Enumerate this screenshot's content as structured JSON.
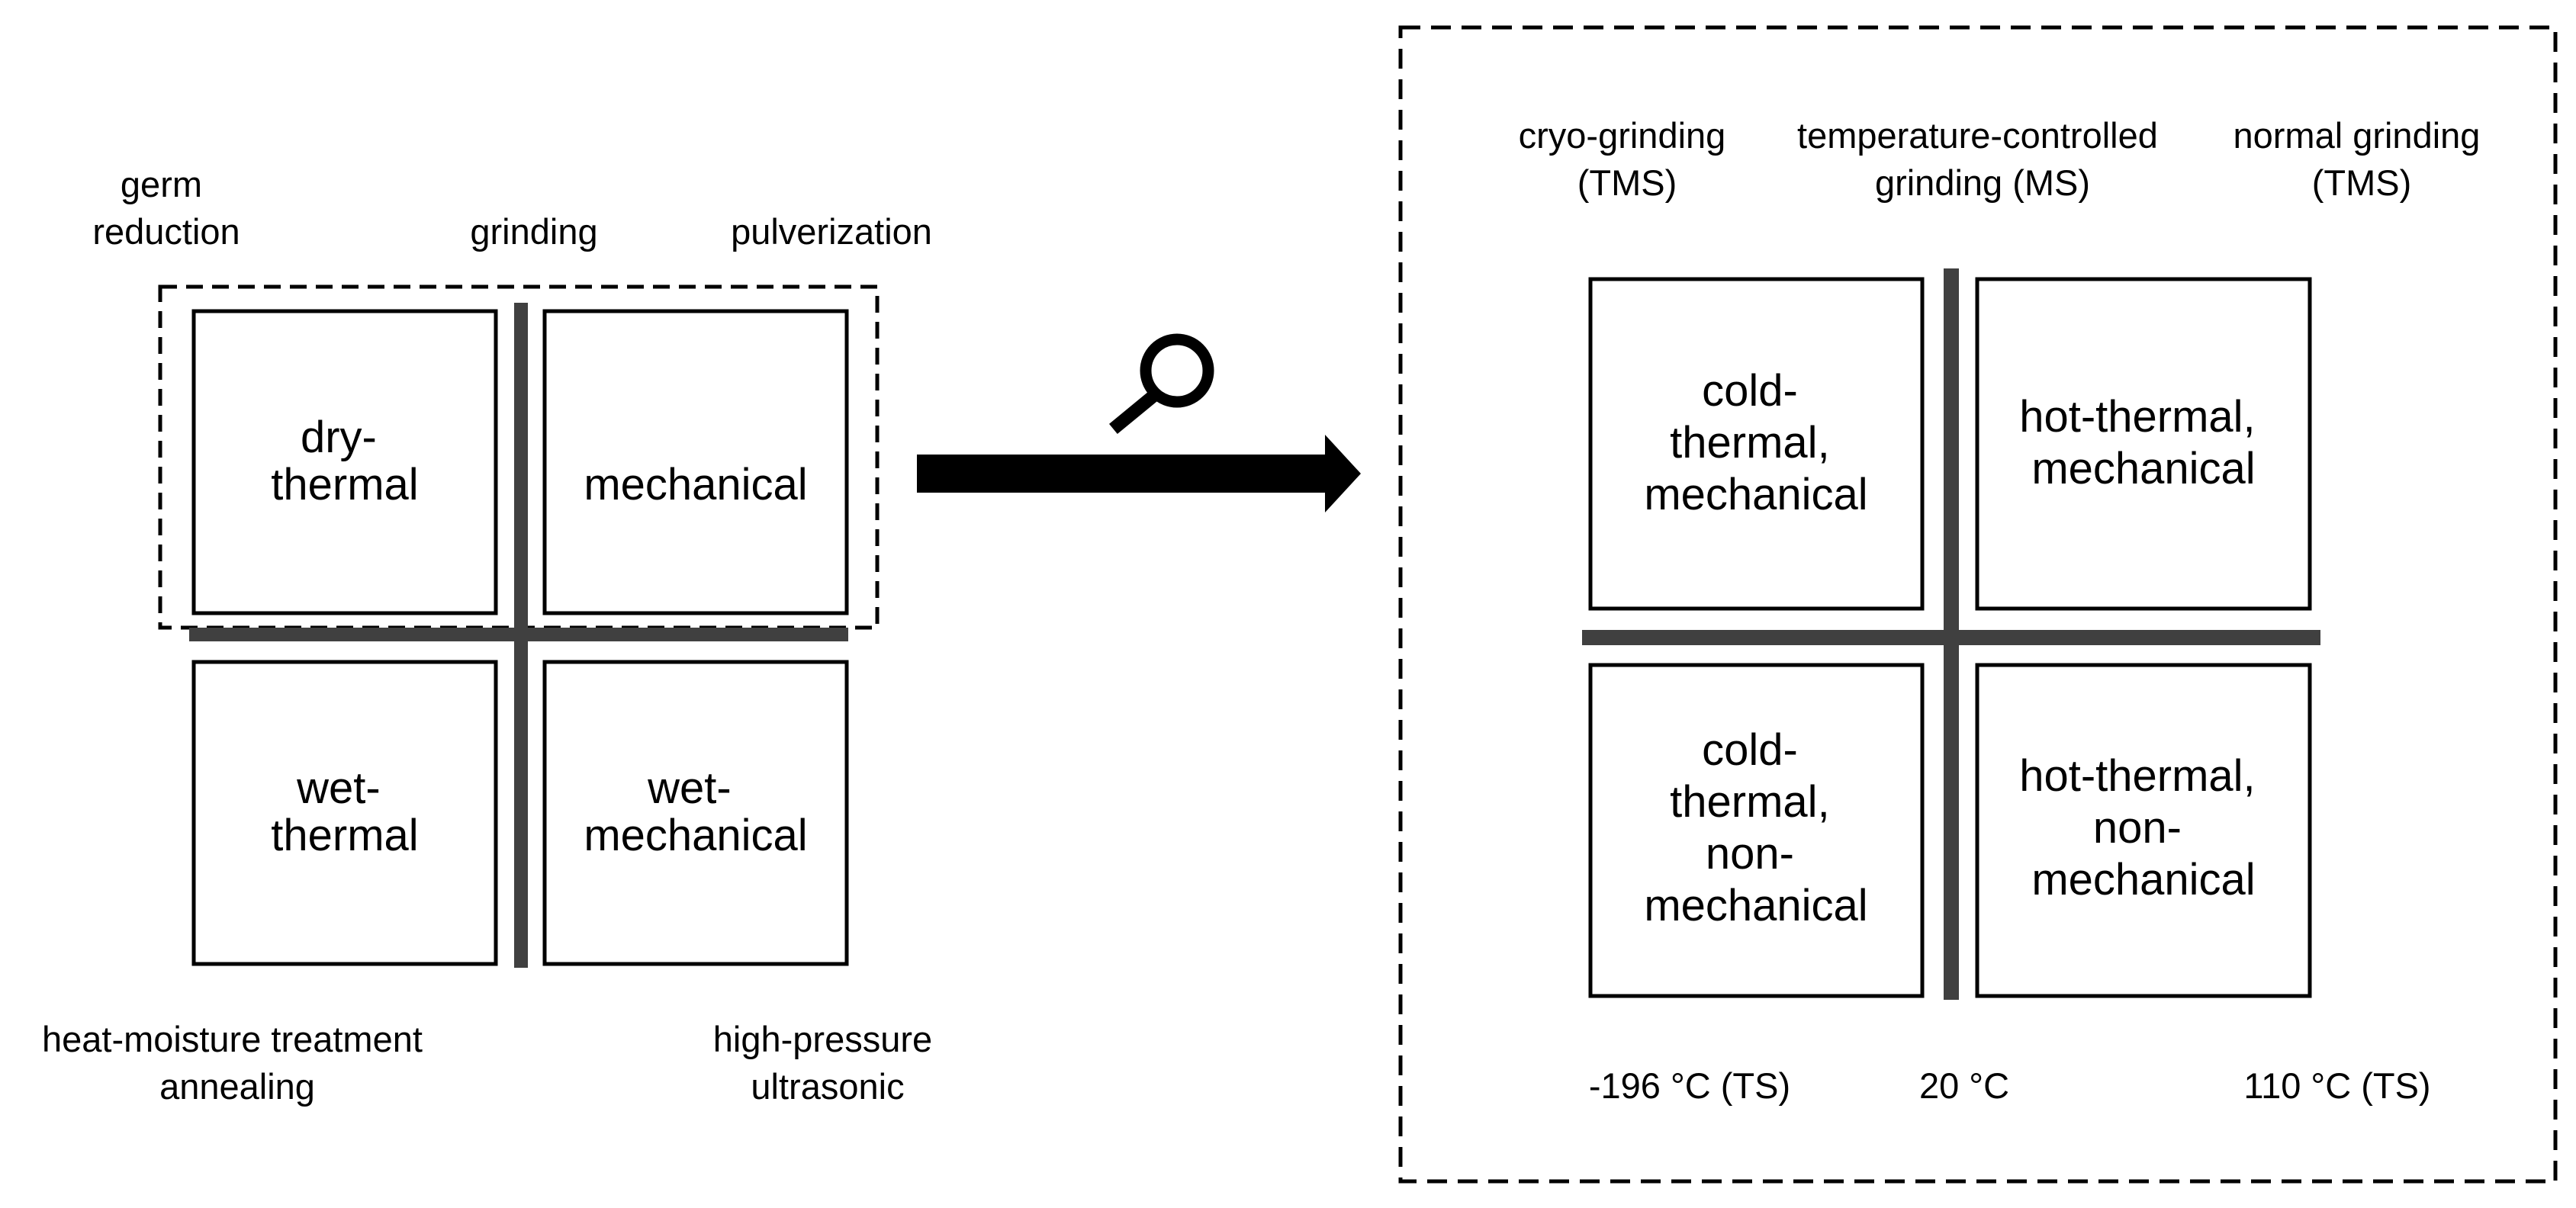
{
  "left_panel": {
    "top_labels": {
      "germ_reduction": [
        "germ",
        "reduction"
      ],
      "grinding": "grinding",
      "pulverization": "pulverization"
    },
    "quadrants": {
      "top_left": [
        "dry-",
        "thermal"
      ],
      "top_right": [
        "mechanical"
      ],
      "bottom_left": [
        "wet-",
        "thermal"
      ],
      "bottom_right": [
        "wet-",
        "mechanical"
      ]
    },
    "bottom_labels": {
      "left": [
        "heat-moisture treatment",
        "annealing"
      ],
      "right": [
        "high-pressure",
        "ultrasonic"
      ]
    }
  },
  "right_panel": {
    "top_labels": {
      "cryo": [
        "cryo-grinding",
        "(TMS)"
      ],
      "temp_controlled": [
        "temperature-controlled",
        "grinding (MS)"
      ],
      "normal": [
        "normal grinding",
        "(TMS)"
      ]
    },
    "quadrants": {
      "top_left": [
        "cold-",
        "thermal,",
        "mechanical"
      ],
      "top_right": [
        "hot-thermal,",
        "mechanical"
      ],
      "bottom_left": [
        "cold-",
        "thermal,",
        "non-",
        "mechanical"
      ],
      "bottom_right": [
        "hot-thermal,",
        "non-",
        "mechanical"
      ]
    },
    "bottom_labels": {
      "left": "-196 °C (TS)",
      "center": "20 °C",
      "right": "110 °C (TS)"
    }
  },
  "colors": {
    "divider": "#404040",
    "ink": "#000000",
    "background": "#ffffff"
  },
  "icons": {
    "magnifier": "magnifier-icon",
    "arrow": "arrow-right-icon"
  }
}
